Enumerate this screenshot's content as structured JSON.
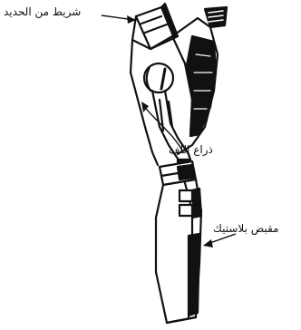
{
  "labels": {
    "steel_strip": "شريط من الحديد",
    "winding_arm": "ذراع اللف",
    "plastic_handle": "مقبض بلاستيك"
  },
  "colors": {
    "ink": "#111111",
    "paper": "#ffffff"
  }
}
